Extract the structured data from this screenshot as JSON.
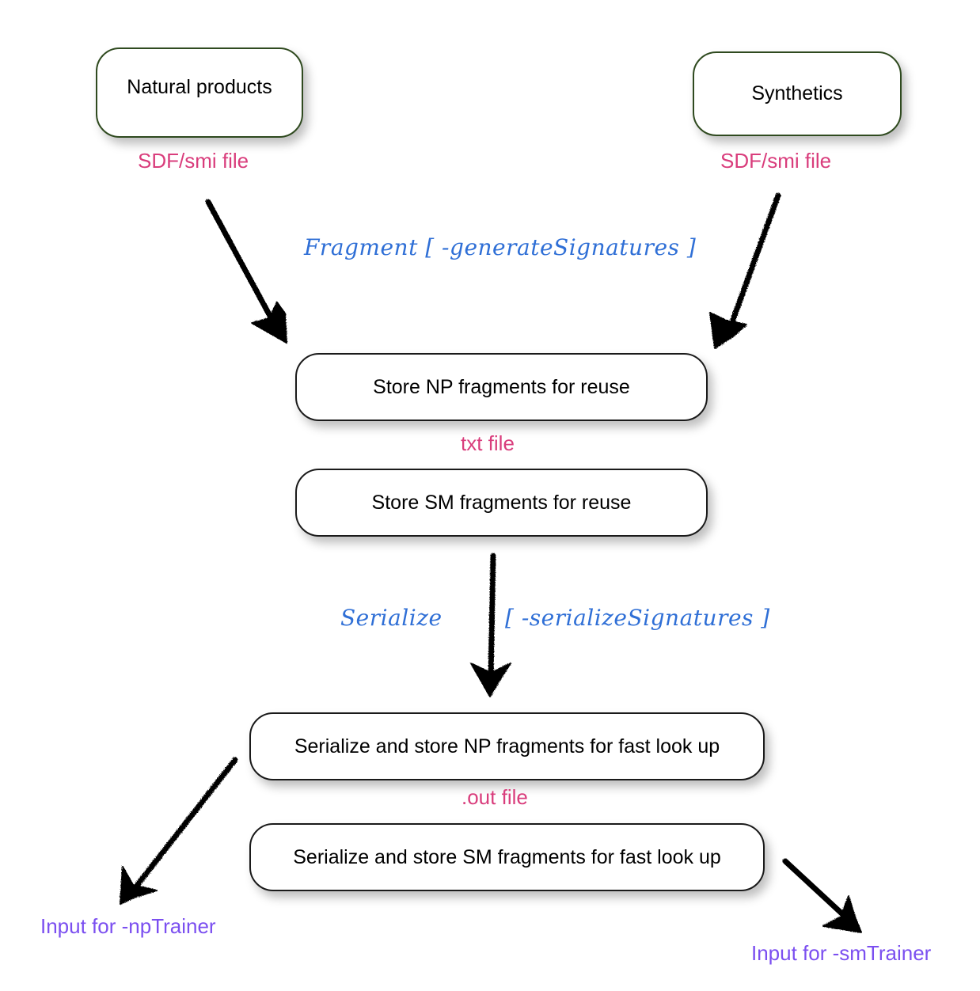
{
  "nodes": {
    "natural_products": "Natural products",
    "synthetics": "Synthetics",
    "store_np": "Store NP fragments for reuse",
    "store_sm": "Store SM fragments for reuse",
    "serialize_np": "Serialize and store NP fragments for fast look up",
    "serialize_sm": "Serialize and store SM fragments for fast look up"
  },
  "file_labels": {
    "np_input": "SDF/smi file",
    "sm_input": "SDF/smi file",
    "txt": "txt file",
    "out": ".out file"
  },
  "steps": {
    "fragment": "Fragment [ -generateSignatures ]",
    "serialize": "Serialize",
    "serialize_option": "[ -serializeSignatures ]"
  },
  "outputs": {
    "np_trainer": "Input for -npTrainer",
    "sm_trainer": "Input for -smTrainer"
  },
  "colors": {
    "file_label": "#d93d7c",
    "step_label": "#2f6fd6",
    "output_label": "#7b4ff0",
    "source_border": "#2f4a1f"
  }
}
